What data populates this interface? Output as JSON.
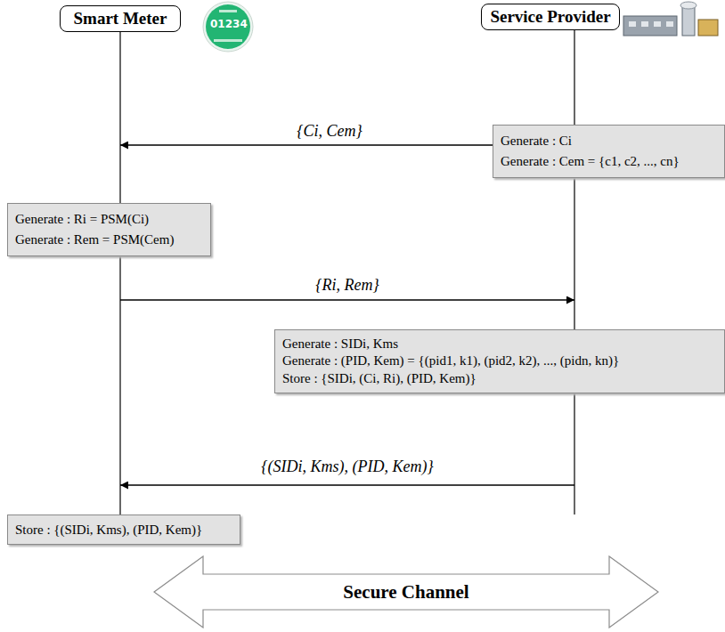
{
  "diagram": {
    "nodes": [
      {
        "text": [
          "Smart Meter"
        ]
      },
      {
        "text": [
          "Service Provider"
        ]
      },
      {
        "text": [
          "Generate : Ci",
          "Generate : Cem = {c1, c2, ..., cn}"
        ]
      },
      {
        "text": [
          "Generate : Ri = PSM(Ci)",
          "Generate : Rem = PSM(Cem)"
        ]
      },
      {
        "text": [
          "Generate : SIDi, Kms",
          "Generate : (PID, Kem) = {(pid1, k1), (pid2, k2), ..., (pidn, kn)}",
          "Store : {SIDi, (Ci, Ri), (PID, Kem)}"
        ]
      },
      {
        "text": [
          "Store : {(SIDi, Kms), (PID, Kem)}"
        ]
      },
      {
        "text": [
          "Secure Channel"
        ]
      }
    ],
    "edges": [
      {
        "from": 2,
        "to": 0,
        "arrow": "to",
        "label": "{Ci, Cem}"
      },
      {
        "from": 0,
        "to": 1,
        "arrow": "to",
        "label": "{Ri, Rem}"
      },
      {
        "from": 1,
        "to": 0,
        "arrow": "to",
        "label": "{(SIDi, Kms), (PID, Kem)}"
      }
    ],
    "labels": [
      "01234"
    ]
  }
}
